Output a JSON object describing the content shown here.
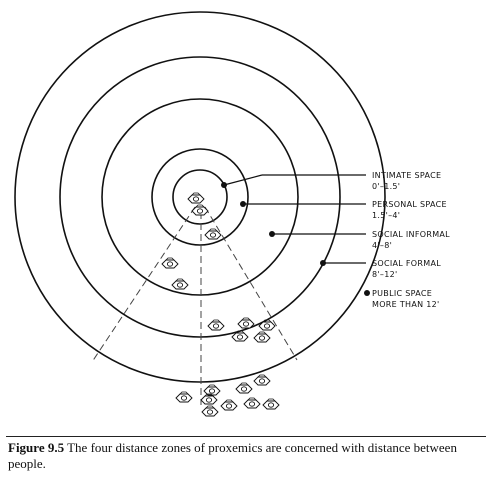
{
  "zones": [
    {
      "name": "INTIMATE SPACE",
      "range": "0'–1.5'"
    },
    {
      "name": "PERSONAL SPACE",
      "range": "1.5'–4'"
    },
    {
      "name": "SOCIAL INFORMAL",
      "range": "4'–8'"
    },
    {
      "name": "SOCIAL FORMAL",
      "range": "8'–12'"
    },
    {
      "name": "PUBLIC SPACE",
      "range": "MORE THAN 12'"
    }
  ],
  "caption": {
    "label": "Figure 9.5",
    "text": "The four distance zones of proxemics are concerned with distance between people."
  },
  "icons": {
    "person": "person-top-view-icon"
  },
  "colors": {
    "line": "#111111",
    "background": "#ffffff"
  }
}
